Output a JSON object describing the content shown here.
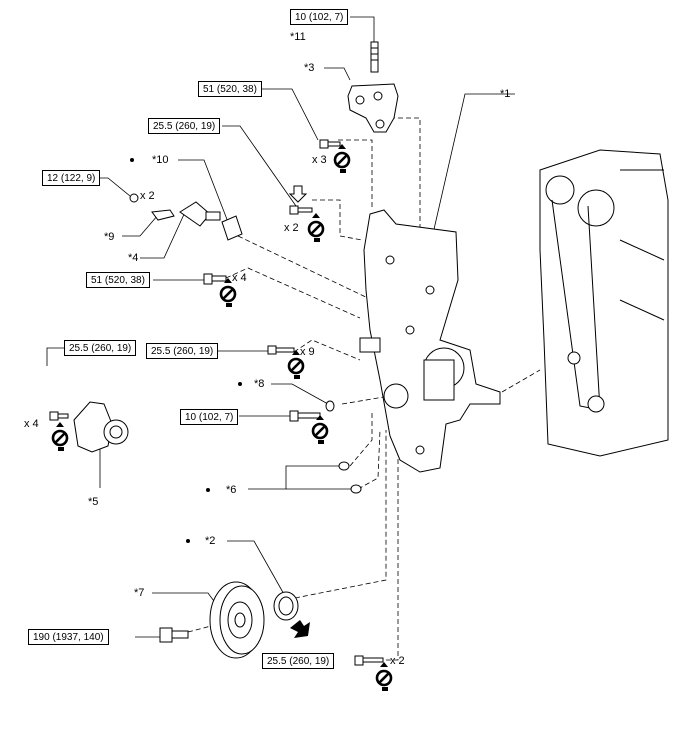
{
  "torque_specs": [
    {
      "id": "t-top-stud",
      "text": "10 (102, 7)"
    },
    {
      "id": "t-bracket",
      "text": "51 (520, 38)"
    },
    {
      "id": "t-bolt-x2",
      "text": "25.5 (260, 19)"
    },
    {
      "id": "t-nut",
      "text": "12 (122, 9)"
    },
    {
      "id": "t-cover-x4",
      "text": "51 (520, 38)"
    },
    {
      "id": "t-pump-x4",
      "text": "25.5 (260, 19)"
    },
    {
      "id": "t-cover-x9",
      "text": "25.5 (260, 19)"
    },
    {
      "id": "t-bolt-seal",
      "text": "10 (102, 7)"
    },
    {
      "id": "t-pulley",
      "text": "190 (1937, 140)"
    },
    {
      "id": "t-bottom-x2",
      "text": "25.5 (260, 19)"
    }
  ],
  "part_labels": {
    "p1": "*1",
    "p2": "*2",
    "p3": "*3",
    "p4": "*4",
    "p5": "*5",
    "p6": "*6",
    "p7": "*7",
    "p8": "*8",
    "p9": "*9",
    "p10": "*10",
    "p11": "*11"
  },
  "quantities": {
    "q_bracket": "x 3",
    "q_bolt": "x 2",
    "q_nut": "x 2",
    "q_cover4": "x 4",
    "q_pump4": "x 4",
    "q_cover9": "x 9",
    "q_bottom": "x 2"
  },
  "colors": {
    "line": "#000000",
    "background": "#ffffff"
  },
  "icons": [
    "no-reuse-icon",
    "arrow-icon",
    "bullet-dot"
  ]
}
